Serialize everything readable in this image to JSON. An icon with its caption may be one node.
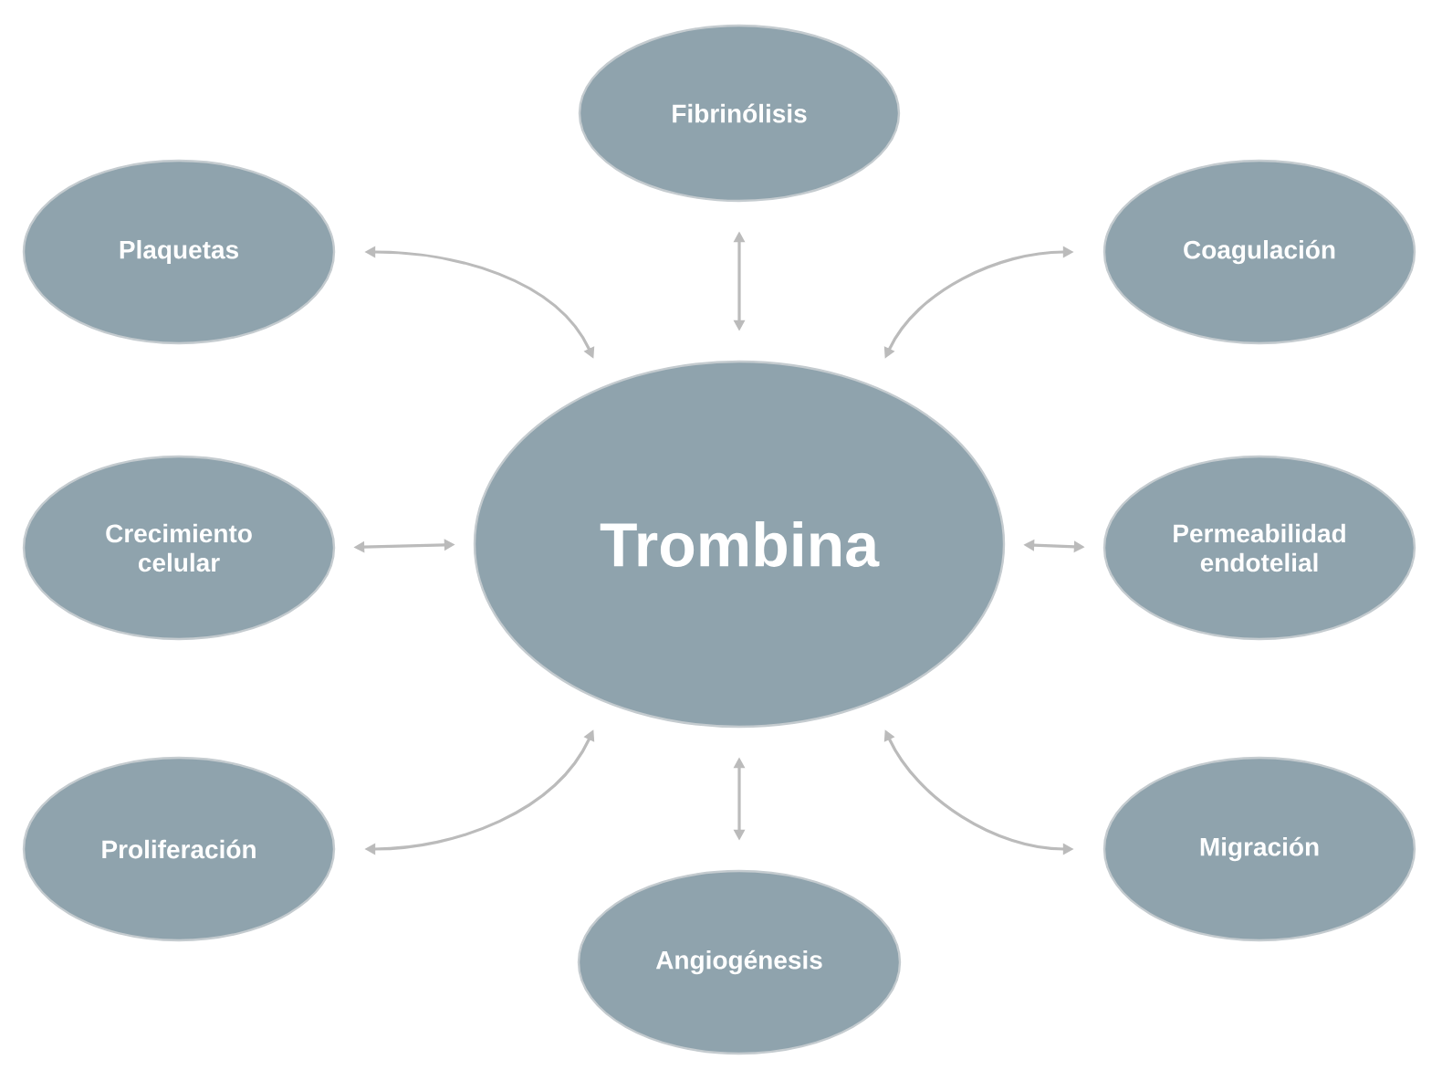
{
  "diagram": {
    "nodes": [
      {
        "text": [
          "Trombina"
        ]
      },
      {
        "text": [
          "Fibrinólisis"
        ]
      },
      {
        "text": [
          "Plaquetas"
        ]
      },
      {
        "text": [
          "Coagulación"
        ]
      },
      {
        "text": [
          "Crecimiento celular"
        ]
      },
      {
        "text": [
          "Permeabilidad endotelial"
        ]
      },
      {
        "text": [
          "Proliferación"
        ]
      },
      {
        "text": [
          "Migración"
        ]
      },
      {
        "text": [
          "Angiogénesis"
        ]
      }
    ],
    "edges": [
      {
        "from": 0,
        "to": 1,
        "arrow": "both"
      },
      {
        "from": 0,
        "to": 2,
        "arrow": "both"
      },
      {
        "from": 0,
        "to": 3,
        "arrow": "both"
      },
      {
        "from": 0,
        "to": 4,
        "arrow": "both"
      },
      {
        "from": 0,
        "to": 5,
        "arrow": "both"
      },
      {
        "from": 0,
        "to": 6,
        "arrow": "both"
      },
      {
        "from": 0,
        "to": 7,
        "arrow": "both"
      },
      {
        "from": 0,
        "to": 8,
        "arrow": "both"
      }
    ]
  }
}
